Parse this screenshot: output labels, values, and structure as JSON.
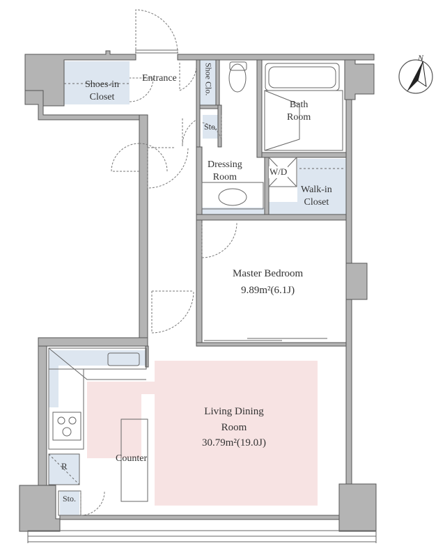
{
  "rooms": {
    "shoes_in_closet": {
      "line1": "Shoes-in",
      "line2": "Closet"
    },
    "entrance": "Entrance",
    "shoe_closet": "Shoe Clo.",
    "bath_room": {
      "line1": "Bath",
      "line2": "Room"
    },
    "storage_upper": "Sto.",
    "dressing_room": {
      "line1": "Dressing",
      "line2": "Room"
    },
    "washer_dryer": "W/D",
    "walk_in_closet": {
      "line1": "Walk-in",
      "line2": "Closet"
    },
    "master_bedroom": {
      "name": "Master Bedroom",
      "area": "9.89m²(6.1J)"
    },
    "living_dining": {
      "line1": "Living Dining",
      "line2": "Room",
      "area": "30.79m²(19.0J)"
    },
    "counter": "Counter",
    "refrigerator": "R",
    "storage_lower": "Sto."
  },
  "compass": {
    "label": "N",
    "icon": "north-arrow-icon"
  },
  "colors": {
    "wall": "#b4b4b4",
    "wall_stroke": "#555555",
    "closet_fill": "#dde6f0",
    "living_highlight": "#f7e3e3",
    "line": "#555555"
  }
}
